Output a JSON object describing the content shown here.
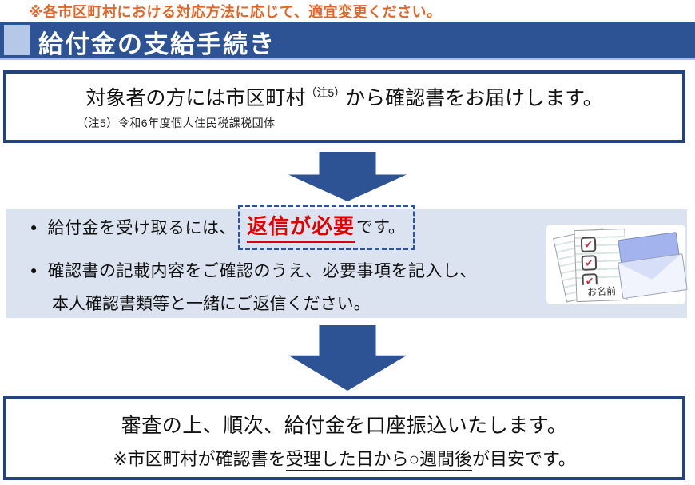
{
  "top_note": {
    "text": "※各市区町村における対応方法に応じて、適宜変更ください。"
  },
  "header": {
    "title": "給付金の支給手続き"
  },
  "delivery_box": {
    "main_before": "対象者の方には市区町村",
    "main_sup": "（注5）",
    "main_after": "から確認書をお届けします。",
    "footnote": "（注5）令和6年度個人住民税課税団体"
  },
  "reply_box": {
    "bullet_glyph": "●",
    "bullet1_before": "給付金を受け取るには、",
    "bullet1_highlight": "返信が必要",
    "bullet1_after": "です。",
    "bullet2_line1": "確認書の記載内容をご確認のうえ、必要事項を記入し、",
    "bullet2_line2": "本人確認書類等と一緒にご返信ください。",
    "illustration": {
      "name_label": "お名前",
      "check_glyph": "✔"
    }
  },
  "payment_box": {
    "line1": "審査の上、順次、給付金を口座振込いたします。",
    "line2_before": "※市区町村が確認書を",
    "line2_underlined": "受理した日から○週間後",
    "line2_after": "が目安です。"
  },
  "colors": {
    "title_bar_blue": "#2e5394",
    "accent_square_blue": "#b5c8e8",
    "frame_border_blue": "#24437d",
    "reply_box_background": "#dbe3f1",
    "arrow_blue": "#2e5394",
    "highlight_red": "#e00000",
    "note_orange": "#e0662a",
    "envelope_periwinkle": "#a3b3ee"
  }
}
